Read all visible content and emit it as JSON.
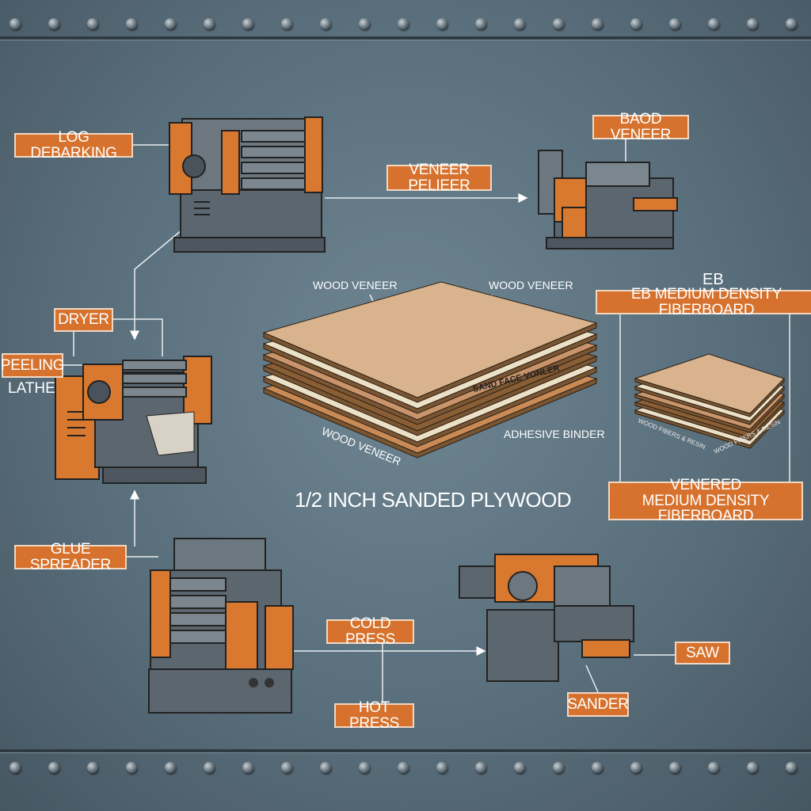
{
  "colors": {
    "background": "#5a6f7c",
    "label_fill": "#d6722d",
    "machine_gray": "#5c666f",
    "machine_orange": "#d9782f"
  },
  "labels": {
    "log_debarking": "LOG DEBARKING",
    "baod_veneer": "BAOD VENEER",
    "veneer_peleer": "VENEER PELIEER",
    "dryer": "DRYER",
    "peeling": "PEELING",
    "lathe": "LATHE",
    "eb": "EB",
    "eb_mdf": "EB MEDIUM DENSITY FIBERBOARD",
    "venered_line1": "VENERED",
    "venered_line2": "MEDIUM DENSITY FIBERBOARD",
    "glue_spreader": "GLUE SPREADER",
    "cold_press": "COLD PRESS",
    "hot_press": "HOT PRESS",
    "saw": "SAW",
    "sander": "SANDER"
  },
  "plywood": {
    "title": "1/2 INCH SANDED PLYWOOD",
    "wood_veneer_1": "WOOD VENEER",
    "wood_veneer_2": "WOOD VENEER",
    "wood_veneer_3": "WOOD VENEER",
    "face_layer": "SAND FACE VONLER",
    "adhesive_binder": "ADHESIVE BINDER"
  },
  "fiberboard": {
    "side_left": "WOOD FIBERS & RESIN",
    "side_right": "WOOD FIBERS & RESIN"
  }
}
